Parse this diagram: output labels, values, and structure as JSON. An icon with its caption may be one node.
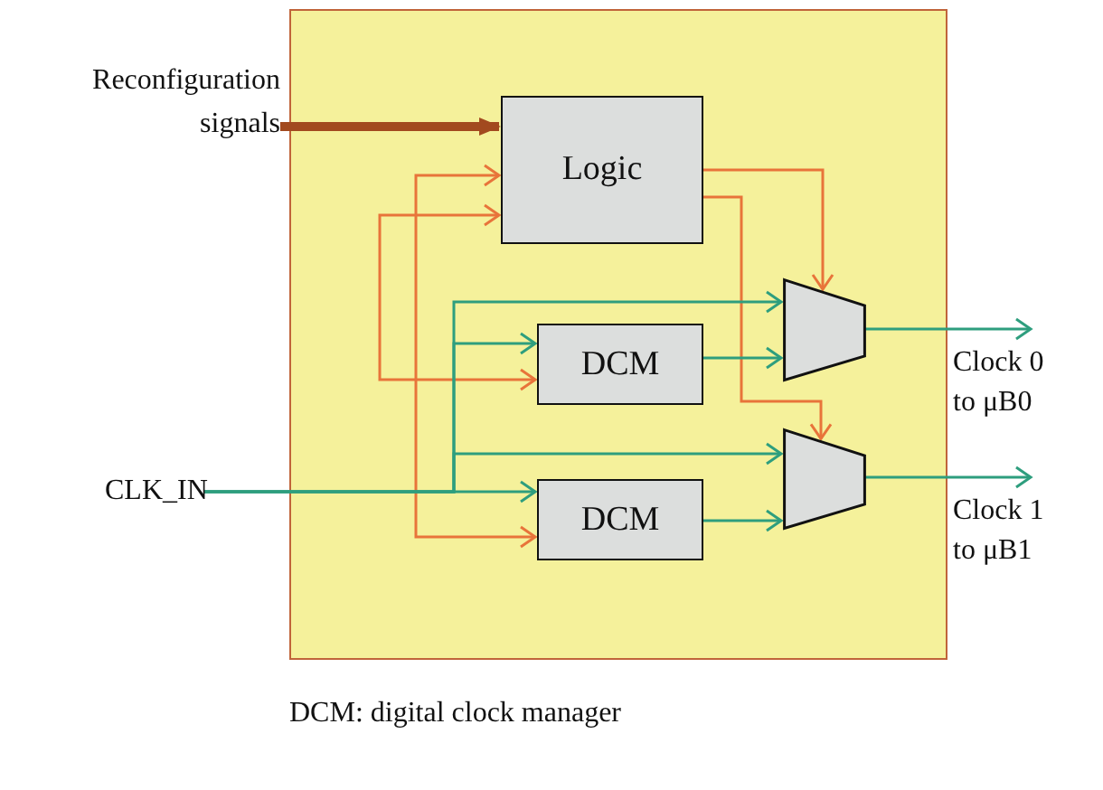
{
  "diagram": {
    "nodes": [
      {
        "text": [],
        "shape": "box"
      },
      {
        "text": [
          "Reconfiguration signals"
        ]
      },
      {
        "text": [
          "Logic"
        ],
        "in": 0
      },
      {
        "text": [
          "DCM"
        ],
        "in": 0
      },
      {
        "text": [
          "DCM"
        ],
        "in": 0
      },
      {
        "text": [],
        "shape": "trapezoid",
        "in": 0
      },
      {
        "text": [],
        "shape": "trapezoid",
        "in": 0
      },
      {
        "text": [
          "CLK_IN"
        ]
      },
      {
        "text": [
          "Clock 0 to μB0"
        ]
      },
      {
        "text": [
          "Clock 1 to μB1"
        ]
      }
    ],
    "edges": [
      {
        "from": 1,
        "to": 2,
        "arrow": "to",
        "style": "thick",
        "color": "#a24a1f"
      },
      {
        "from": 2,
        "to": 3,
        "arrow": "both",
        "color": "#e8743a"
      },
      {
        "from": 2,
        "to": 4,
        "arrow": "both",
        "color": "#e8743a"
      },
      {
        "from": 2,
        "to": 5,
        "arrow": "to",
        "color": "#e8743a"
      },
      {
        "from": 2,
        "to": 6,
        "arrow": "to",
        "color": "#e8743a"
      },
      {
        "from": 7,
        "to": 5,
        "arrow": "to"
      },
      {
        "from": 7,
        "to": 3,
        "arrow": "to"
      },
      {
        "from": 7,
        "to": 6,
        "arrow": "to"
      },
      {
        "from": 7,
        "to": 4,
        "arrow": "to"
      },
      {
        "from": 3,
        "to": 5,
        "arrow": "to"
      },
      {
        "from": 4,
        "to": 6,
        "arrow": "to"
      },
      {
        "from": 5,
        "to": 8,
        "arrow": "to"
      },
      {
        "from": 6,
        "to": 9,
        "arrow": "to"
      }
    ],
    "labels": [
      "DCM: digital clock manager"
    ]
  }
}
